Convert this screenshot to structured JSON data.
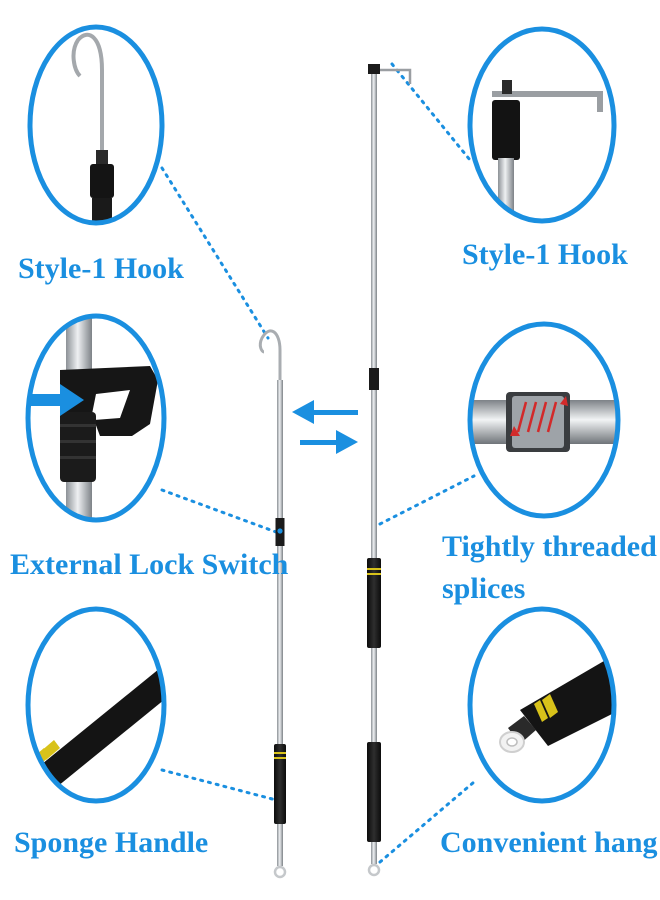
{
  "labels": {
    "left_hook": "Style-1 Hook",
    "right_hook": "Style-1 Hook",
    "lock_switch": "External Lock Switch",
    "thread_line1": "Tightly threaded",
    "thread_line2": "splices",
    "sponge": "Sponge Handle",
    "hang": "Convenient hang"
  },
  "colors": {
    "accent_blue": "#1a8fe0",
    "pole_silver": "#cfd3d6",
    "foam_black": "#161616",
    "band_yellow": "#d8c21a"
  },
  "icons": {
    "direction_arrows": "swap-arrows-icon"
  }
}
